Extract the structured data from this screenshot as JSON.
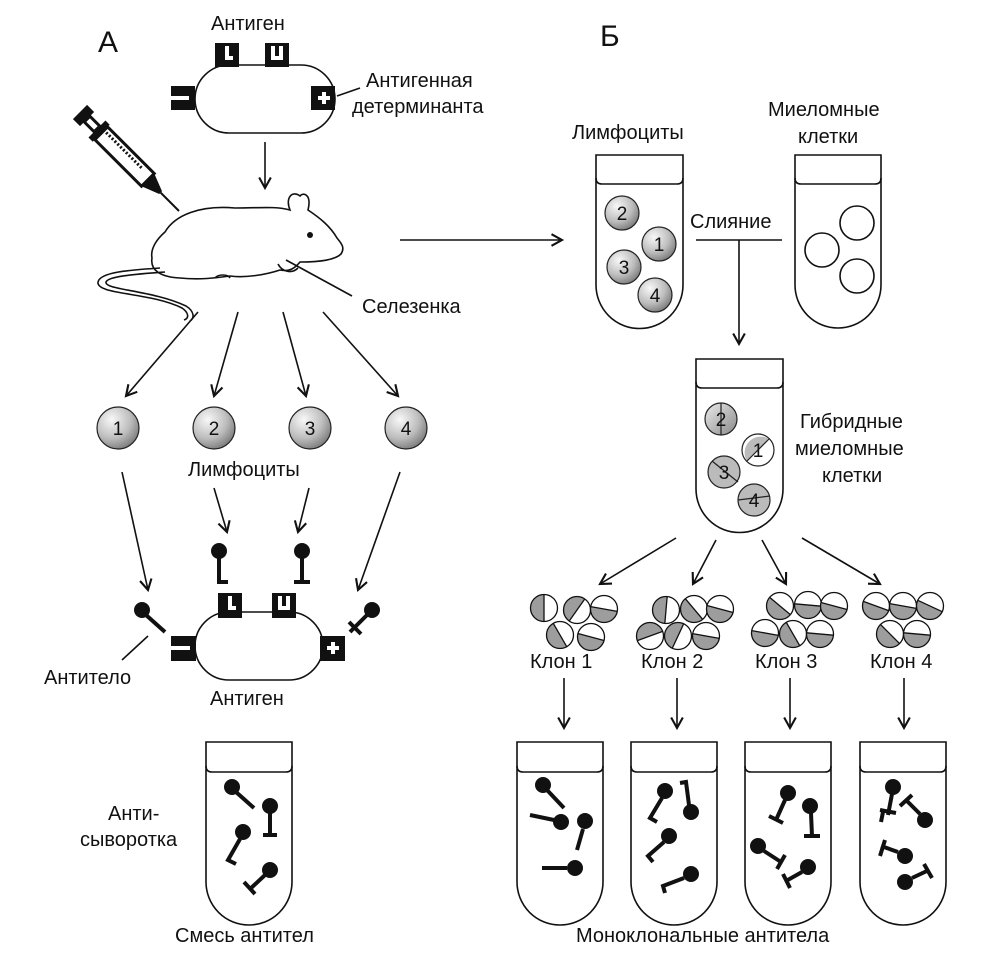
{
  "panels": {
    "a": {
      "letter": "А",
      "antigen_label": "Антиген",
      "determinant_label_1": "Антигенная",
      "determinant_label_2": "детерминанта",
      "spleen_label": "Селезенка",
      "lymphocytes_label": "Лимфоциты",
      "lymphocyte_numbers": [
        "1",
        "2",
        "3",
        "4"
      ],
      "antibody_label": "Антитело",
      "antigen_bottom_label": "Антиген",
      "antiserum_label_1": "Анти-",
      "antiserum_label_2": "сыворотка",
      "mixture_label": "Смесь антител"
    },
    "b": {
      "letter": "Б",
      "lymphocytes_label": "Лимфоциты",
      "myeloma_label_1": "Миеломные",
      "myeloma_label_2": "клетки",
      "fusion_label": "Слияние",
      "hybrid_label_1": "Гибридные",
      "hybrid_label_2": "миеломные",
      "hybrid_label_3": "клетки",
      "tube_numbers": [
        "2",
        "1",
        "3",
        "4"
      ],
      "hybrid_numbers": [
        "2",
        "1",
        "3",
        "4"
      ],
      "clones": [
        "Клон 1",
        "Клон 2",
        "Клон 3",
        "Клон 4"
      ],
      "monoclonal_label": "Моноклональные антитела"
    }
  },
  "colors": {
    "ink": "#111111",
    "cell_light": "#f2f2f2",
    "cell_dark": "#8c8c8c"
  }
}
